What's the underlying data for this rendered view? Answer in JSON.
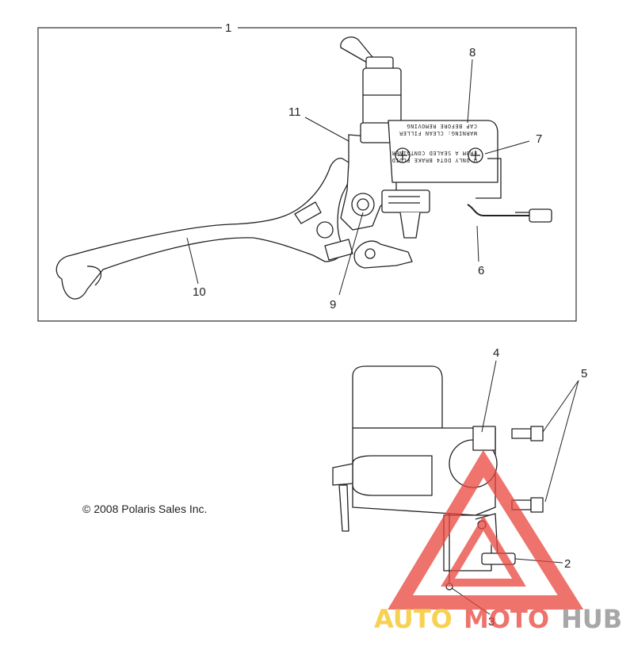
{
  "callouts": {
    "c1": "1",
    "c2": "2",
    "c3": "3",
    "c4": "4",
    "c5": "5",
    "c6": "6",
    "c7": "7",
    "c8": "8",
    "c9": "9",
    "c10": "10",
    "c11": "11"
  },
  "reservoir_label": {
    "line1": "U  ONLY DOT4 BRAKE FLUID",
    "line2": "FROM A SEALED CONTAINER",
    "line3": "WARNING: CLEAN FILLER",
    "line4": "CAP BEFORE REMOVING"
  },
  "copyright": "© 2008 Polaris Sales Inc.",
  "watermark": {
    "part1": "AUTO",
    "part2": "MOTO",
    "part3": "HUB",
    "colors": {
      "auto": "#f5c218",
      "moto": "#e8453c",
      "hub": "#8a8a8a",
      "triangle": "#e8453c"
    }
  }
}
